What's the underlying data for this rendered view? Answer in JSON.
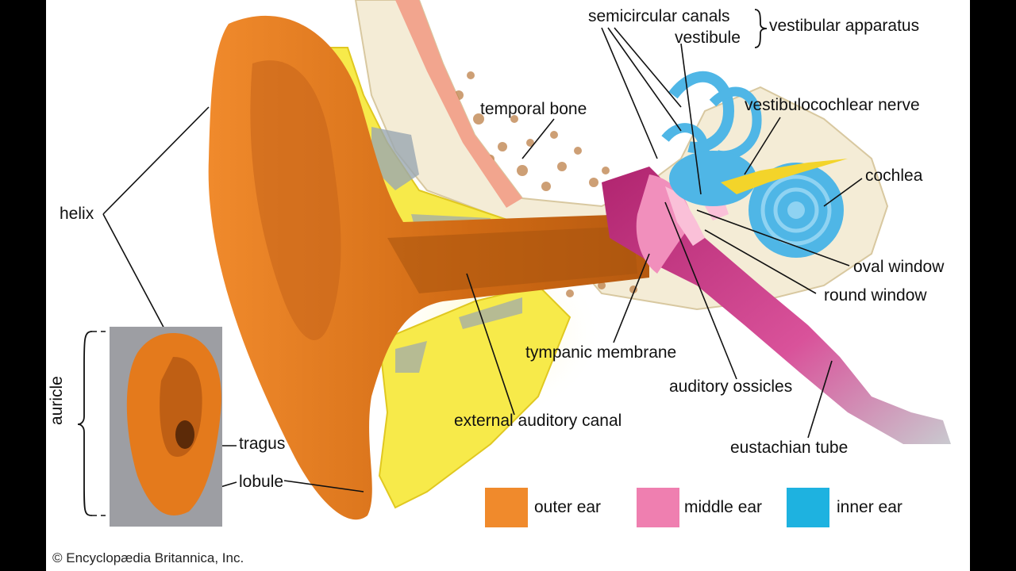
{
  "labels": {
    "semicircular_canals": "semicircular canals",
    "vestibule": "vestibule",
    "vestibular_apparatus": "vestibular apparatus",
    "temporal_bone": "temporal bone",
    "vestibulocochlear_nerve": "vestibulocochlear nerve",
    "cochlea": "cochlea",
    "helix": "helix",
    "oval_window": "oval window",
    "round_window": "round window",
    "tympanic_membrane": "tympanic membrane",
    "auditory_ossicles": "auditory ossicles",
    "external_auditory_canal": "external auditory canal",
    "eustachian_tube": "eustachian tube",
    "auricle": "auricle",
    "tragus": "tragus",
    "lobule": "lobule"
  },
  "legend": [
    {
      "label": "outer ear",
      "color": "#f08a2c"
    },
    {
      "label": "middle ear",
      "color": "#ef7fb0"
    },
    {
      "label": "inner ear",
      "color": "#1eb2e0"
    }
  ],
  "credit": "© Encyclopædia Britannica, Inc.",
  "colors": {
    "outer": "#e2791d",
    "outer_dark": "#b65a10",
    "bone": "#f4ecd6",
    "tissue": "#f7ea4a",
    "middle": "#b0246f",
    "middle_light": "#ef7fb0",
    "inner": "#4fb6e6"
  }
}
